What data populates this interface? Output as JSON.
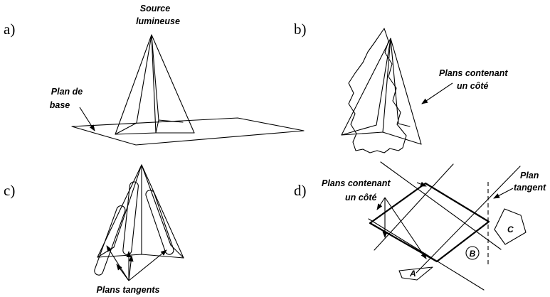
{
  "panels": {
    "a": {
      "letter": "a)",
      "source_label_1": "Source",
      "source_label_2": "lumineuse",
      "base_label_1": "Plan de",
      "base_label_2": "base"
    },
    "b": {
      "letter": "b)",
      "label_1": "Plans contenant",
      "label_2": "un côté"
    },
    "c": {
      "letter": "c)",
      "label": "Plans tangents"
    },
    "d": {
      "letter": "d)",
      "left_label_1": "Plans contenant",
      "left_label_2": "un côté",
      "right_label_1": "Plan",
      "right_label_2": "tangent",
      "region_a": "A",
      "region_b": "B",
      "region_c": "C"
    }
  }
}
